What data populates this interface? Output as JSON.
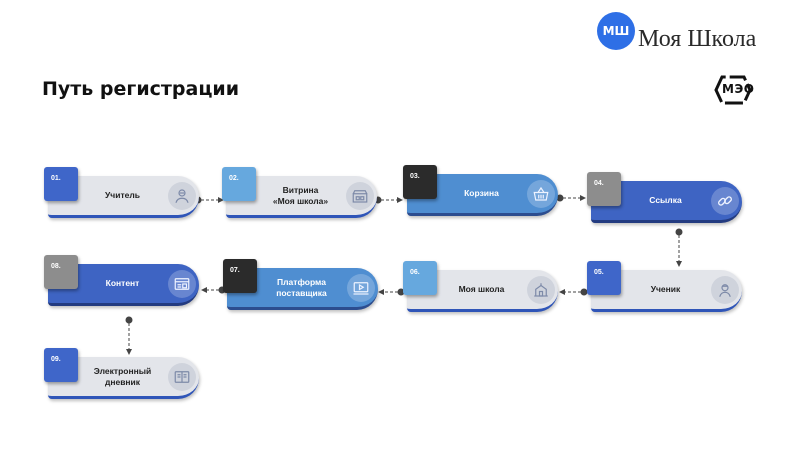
{
  "header": {
    "title": "Путь регистрации",
    "logo_badge": "МШ",
    "logo_text": "Моя Школа",
    "partner_logo_text": "МЭО"
  },
  "steps": [
    {
      "num": "01.",
      "label": "Учитель",
      "icon": "teacher-icon"
    },
    {
      "num": "02.",
      "label": "Витрина\n«Моя школа»",
      "icon": "storefront-icon"
    },
    {
      "num": "03.",
      "label": "Корзина",
      "icon": "basket-icon"
    },
    {
      "num": "04.",
      "label": "Ссылка",
      "icon": "link-icon"
    },
    {
      "num": "05.",
      "label": "Ученик",
      "icon": "student-icon"
    },
    {
      "num": "06.",
      "label": "Моя школа",
      "icon": "school-icon"
    },
    {
      "num": "07.",
      "label": "Платформа\nпоставщика",
      "icon": "platform-icon"
    },
    {
      "num": "08.",
      "label": "Контент",
      "icon": "content-icon"
    },
    {
      "num": "09.",
      "label": "Электронный\nдневник",
      "icon": "diary-icon"
    }
  ],
  "colors": {
    "tab_blue": "#3f66c9",
    "tab_light_blue": "#66a8de",
    "tab_black": "#2b2b2b",
    "tab_gray": "#8d8d8d",
    "card_gray": "#e3e5ea",
    "card_mid_blue": "#4f8ed1",
    "card_dark_blue": "#3e64c3",
    "connector": "#444444"
  }
}
